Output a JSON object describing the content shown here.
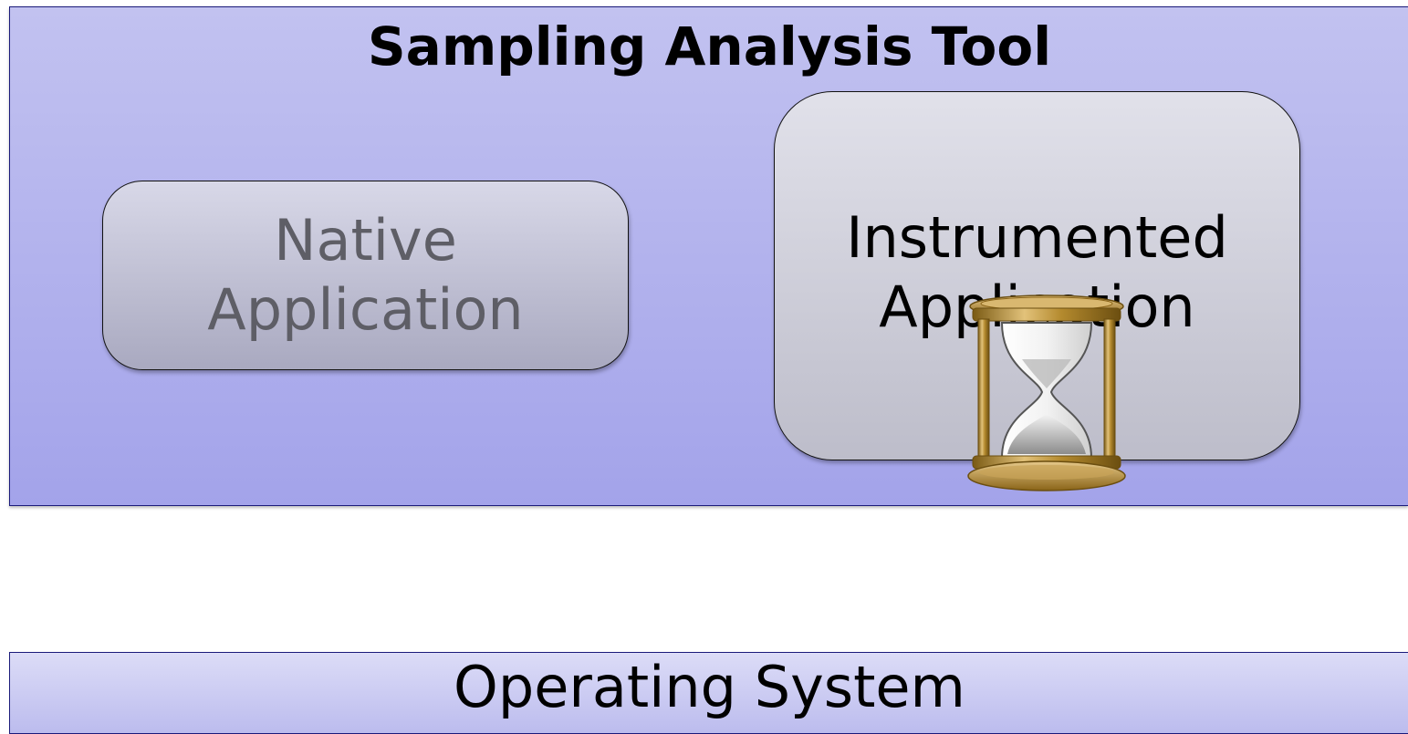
{
  "tool_panel": {
    "title": "Sampling Analysis Tool",
    "color": "#a8a8ec"
  },
  "native_app": {
    "line1": "Native",
    "line2": "Application",
    "text_color": "#5e5e66"
  },
  "instrumented_app": {
    "line1": "Instrumented",
    "line2": "Application",
    "overlay_icon": "hourglass-icon"
  },
  "os_panel": {
    "title": "Operating System"
  }
}
